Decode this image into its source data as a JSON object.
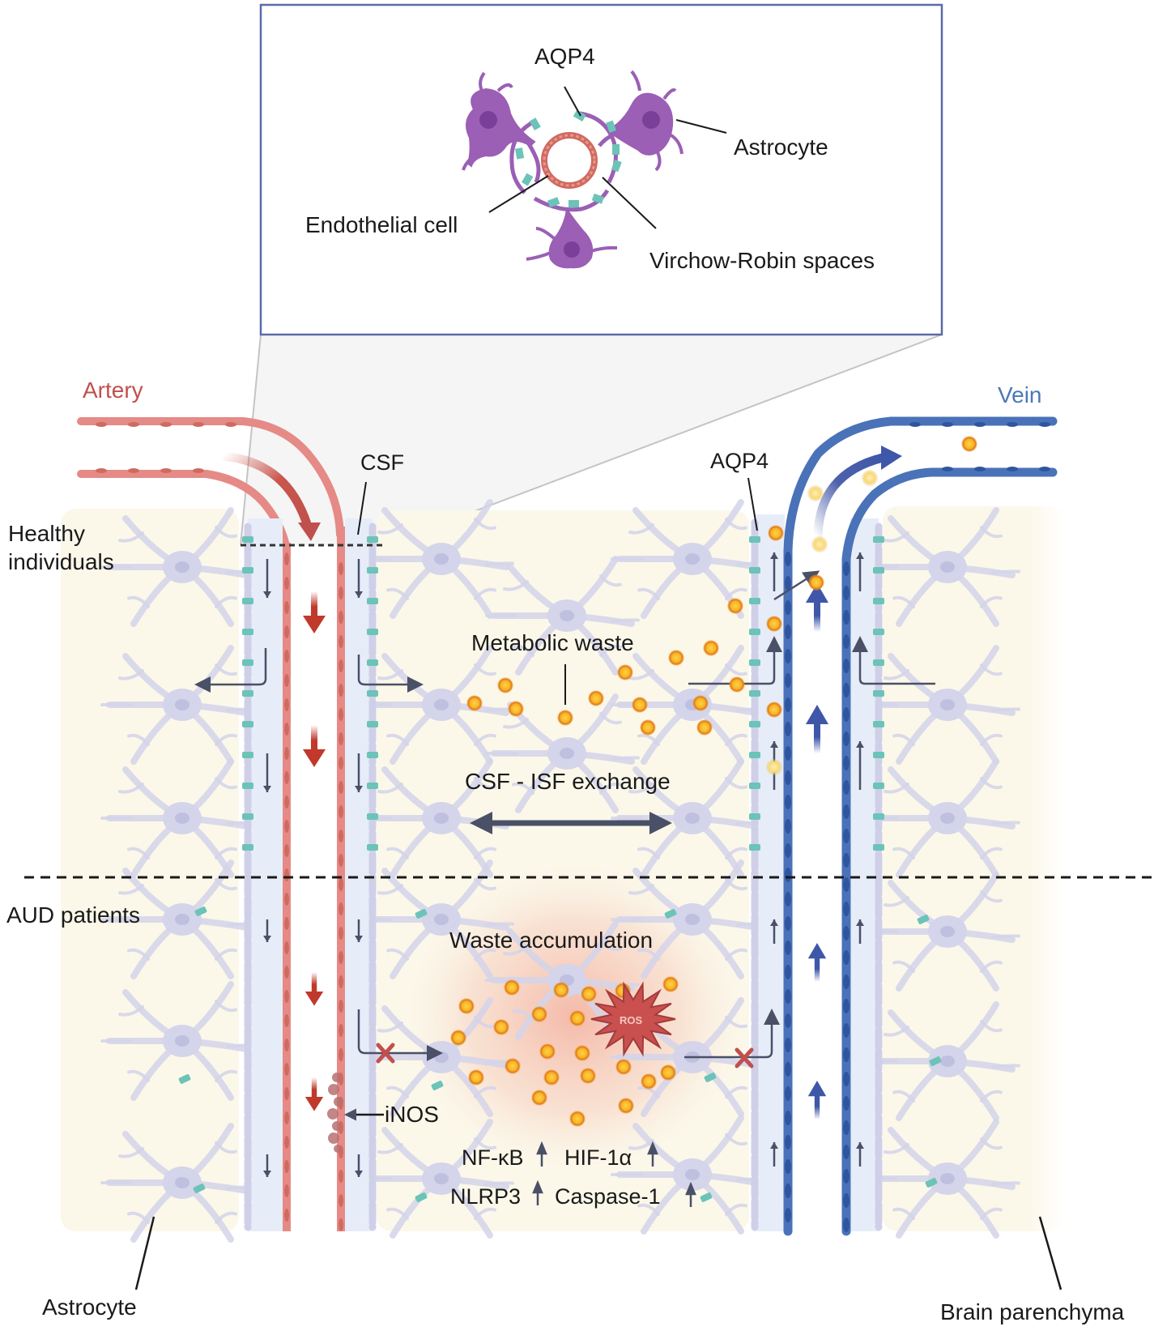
{
  "figure": {
    "inset": {
      "labels": {
        "aqp4": "AQP4",
        "astrocyte": "Astrocyte",
        "endothelial_cell": "Endothelial cell",
        "virchow_robin": "Virchow-Robin spaces"
      }
    },
    "vessels": {
      "artery": "Artery",
      "vein": "Vein"
    },
    "labels": {
      "csf": "CSF",
      "aqp4": "AQP4",
      "healthy_line1": "Healthy",
      "healthy_line2": "individuals",
      "aud": "AUD patients",
      "metabolic_waste": "Metabolic waste",
      "exchange": "CSF - ISF exchange",
      "waste_accumulation": "Waste accumulation",
      "ros": "ROS",
      "inos": "iNOS",
      "nfkb": "NF-κB",
      "hif": "HIF-1α",
      "nlrp3": "NLRP3",
      "caspase": "Caspase-1",
      "astrocyte": "Astrocyte",
      "brain_parenchyma": "Brain parenchyma"
    },
    "colors": {
      "artery": "#e58a86",
      "artery_dark": "#c0504d",
      "vein": "#4a72b8",
      "vein_dark": "#2f55a0",
      "astrocyte_inset": "#9b5fb5",
      "astrocyte_bg": "#d4d4ea",
      "aqp4": "#6cc3b8",
      "waste": "#f5a623",
      "pvs": "#e6edf8",
      "parenchyma": "#fbf8ea",
      "inflammation": "#f3b8a8",
      "arrow": "#4a5066",
      "block_x": "#c0504d",
      "ros": "#c9504f"
    },
    "regulation": {
      "nfkb": "up",
      "hif": "up",
      "nlrp3": "up",
      "caspase": "up"
    }
  }
}
